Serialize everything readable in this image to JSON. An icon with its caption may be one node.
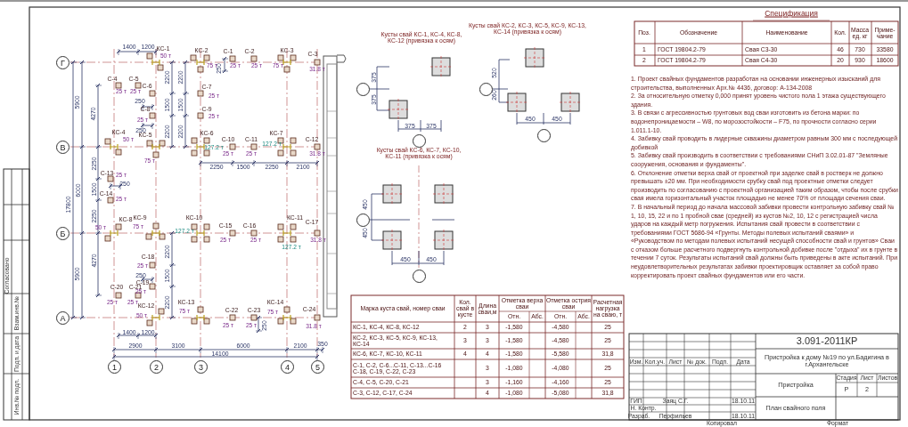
{
  "diagram": {
    "nodes": [
      {
        "text": [
          "Г"
        ]
      },
      {
        "text": [
          "В"
        ]
      },
      {
        "text": [
          "Б"
        ]
      },
      {
        "text": [
          "А"
        ]
      },
      {
        "text": [
          "1"
        ]
      },
      {
        "text": [
          "2"
        ]
      },
      {
        "text": [
          "3"
        ]
      },
      {
        "text": [
          "4"
        ]
      },
      {
        "text": [
          "5"
        ]
      },
      {
        "text": [],
        "shape": "circle"
      },
      {
        "text": [],
        "shape": "circle"
      },
      {
        "text": [],
        "shape": "circle"
      },
      {
        "text": [],
        "shape": "circle"
      },
      {
        "text": [],
        "shape": "circle"
      },
      {
        "text": [],
        "shape": "circle"
      }
    ],
    "labels": [
      "1400",
      "1200",
      "КС-1",
      "50 т",
      "КС-2",
      "75 т",
      "С-1",
      "25 т",
      "250",
      "С-2",
      "25 т",
      "КС-3",
      "75 т",
      "С-3",
      "31.8 т",
      "5900",
      "4270",
      "С-4",
      "25 т",
      "С-5",
      "25 т",
      "С-6",
      "2200",
      "2200",
      "С-7",
      "25 т",
      "250",
      "1500",
      "1500",
      "С-8",
      "25 т",
      "С-9",
      "25 т",
      "250",
      "2200",
      "2200",
      "КС-4",
      "50 т",
      "КС-5",
      "75 т",
      "КС-6",
      "127.2 т",
      "С-10",
      "25 т",
      "С-11",
      "25 т",
      "КС-7",
      "127.2 т",
      "С-12",
      "31.8 т",
      "2250",
      "1500",
      "2250",
      "2100",
      "2250",
      "С-13",
      "25 т",
      "250",
      "17800",
      "6000",
      "1500",
      "С-14",
      "25 т",
      "2250",
      "КС-8",
      "50 т",
      "КС-9",
      "75 т",
      "КС-10",
      "127.2 т",
      "С-15",
      "25 т",
      "С-16",
      "25 т",
      "КС-11",
      "127.2 т",
      "С-17",
      "31.8 т",
      "С-18",
      "25 т",
      "2200",
      "4270",
      "5900",
      "250",
      "1500",
      "С-19",
      "25 т",
      "С-20",
      "25 т",
      "С-21",
      "25 т",
      "2200",
      "КС-12",
      "50 т",
      "КС-13",
      "75 т",
      "С-22",
      "25 т",
      "С-23",
      "25 т",
      "250",
      "КС-14",
      "75 т",
      "С-24",
      "31.8 т",
      "1400",
      "1200",
      "2900",
      "3100",
      "6000",
      "2100",
      "350",
      "14100",
      "Кусты свай КС-1, КС-4, КС-8, КС-12 (привязка к осям)",
      "375",
      "375",
      "375",
      "375",
      "Кусты свай КС-2, КС-3, КС-5, КС-9, КС-13, КС-14 (привязка к осям)",
      "520",
      "260",
      "450",
      "450",
      "Кусты свай КС-6, КС-7, КС-10, КС-11 (привязка к осям)",
      "450",
      "450",
      "450",
      "450",
      "Спецификация",
      "Поз.",
      "Обозначение",
      "Наименование",
      "Кол.",
      "Масса ед. кг",
      "Приме- чание",
      "1",
      "ГОСТ 19804.2-79",
      "Свая С3-30",
      "46",
      "730",
      "33580",
      "2",
      "ГОСТ 19804.2-79",
      "Свая С4-30",
      "20",
      "930",
      "18600",
      "1. Проект свайных фундаментов разработан на основании инженерных изысканий для строительства, выполненных Арх.№ 4436, договор: А-134-2008",
      "2. За относительную отметку 0,000 принят уровень чистого пола 1 этажа существующего здания.",
      "3. В связи с агрессивностью грунтовых вод сваи изготовить из бетона марки: по водонепроницаемости – W8, по морозостойкости – F75, по прочности согласно серии 1.011.1-10.",
      "4. Забивку свай проводить в лидерные скважины диаметром равным 300 мм с последующей добивкой",
      "5. Забивку свай производить в соответствии с требованиями СНиП 3.02.01-87 \"Земляные сооружения, основания и фундаменты\".",
      "6. Отклонение отметки верха свай от проектной при заделке свай в ростверк не должно превышать ±20 мм. При необходимости срубку свай под проектные отметки следует производить по согласованию с проектной организацией таким образом, чтобы после срубки свая имела горизонтальный участок площадью не менее 70% от площади сечения сваи.",
      "7. В начальный период до начала массовой забивки провести контрольную забивку свай № 1, 10, 15, 22 и по 1 пробной свае (средней) из кустов №2, 10, 12 с регистрацией числа ударов на каждый метр погружения. Испытания свай провести в соответствии с требованиями ГОСТ 5686-94 «Грунты. Методы полевых испытаний сваями» и «Руководством по методам полевых испытаний несущей способности свай и грунтов» Сваи с отказом больше расчетного подвергнуть контрольной добивке после \"отдыха\" их в грунте в течении 7 суток. Результаты испытаний свай должны быть приведены в акте испытаний. При неудовлетворительных результатах забивки проектировщик оставляет за собой право корректировать проект свайных фундаментов или его части.",
      "Марка куста свай, номер сваи",
      "Кол. свай в кусте",
      "Длина сваи,м",
      "Отметка верха сваи",
      "Отметка острия сваи",
      "Расчетная нагрузка на сваю, т",
      "Отн.",
      "Абс.",
      "Отн.",
      "Абс.",
      "КС-1, КС-4, КС-8, КС-12",
      "2",
      "3",
      "-1,580",
      "-4,580",
      "25",
      "КС-2, КС-3, КС-5, КС-9, КС-13, КС-14",
      "3",
      "3",
      "-1,580",
      "-4,580",
      "25",
      "КС-6, КС-7, КС-10, КС-11",
      "4",
      "4",
      "-1,580",
      "-5,580",
      "31,8",
      "С-1, С-2, С-6...С-11, С-13...С-16 С-18, С-19, С-22, С-23",
      "3",
      "-1,080",
      "-4,080",
      "25",
      "С-4, С-5, С-20, С-21",
      "3",
      "-1,160",
      "-4,160",
      "25",
      "С-3, С-12, С-17, С-24",
      "4",
      "-1,080",
      "-5,080",
      "31,8",
      "3.091-2011КР",
      "Пристройка к дому №19 по ул.Бадигина в г.Архангельске",
      "Изм.",
      "Кол.уч.",
      "Лист",
      "№ док.",
      "Подп.",
      "Дата",
      "Пристройка",
      "Стадия",
      "Лист",
      "Листов",
      "Р",
      "2",
      "План свайного поля",
      "ГИП",
      "Заяц С.Г.",
      "18.10.11",
      "Н. Контр.",
      "Разраб.",
      "Перфильев",
      "18.10.11",
      "Копировал",
      "Формат",
      "Согласовано",
      "Взам.инв.№",
      "Подп. и дата",
      "Инв.№ подл."
    ]
  }
}
